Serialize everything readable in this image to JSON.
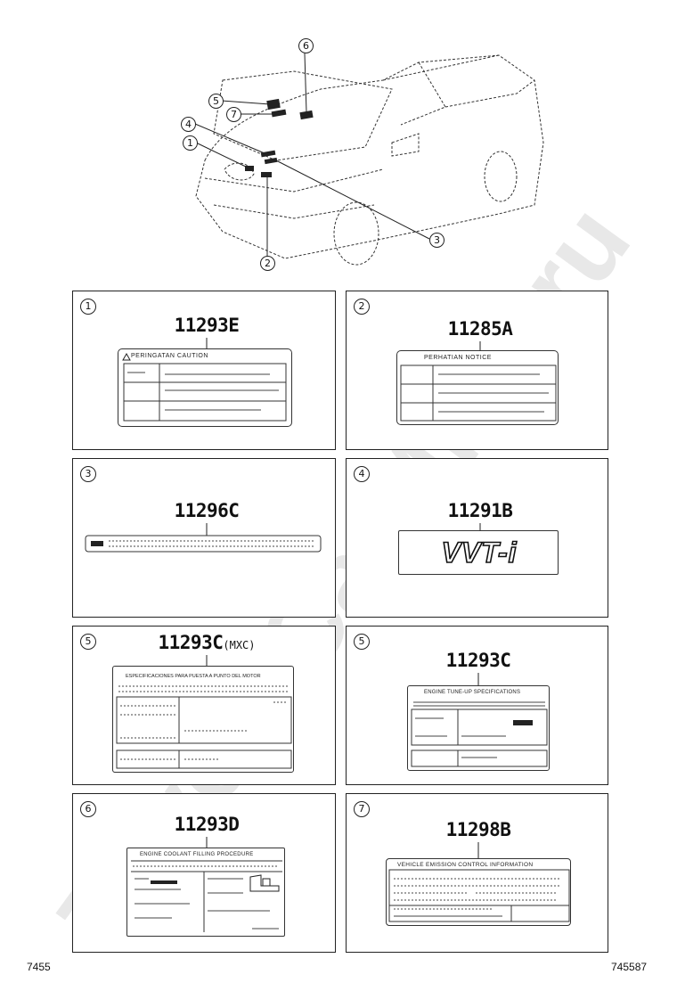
{
  "watermark": "ToyotaCarMine.ru",
  "figure_id_left": "7455",
  "figure_id_right": "745587",
  "callouts": [
    "1",
    "2",
    "3",
    "4",
    "5",
    "6",
    "7"
  ],
  "panels": [
    {
      "num": "1",
      "part": "11293E",
      "suffix": "",
      "label_title": "PERINGATAN  CAUTION"
    },
    {
      "num": "2",
      "part": "11285A",
      "suffix": "",
      "label_title": "PERHATIAN  NOTICE"
    },
    {
      "num": "3",
      "part": "11296C",
      "suffix": "",
      "label_title": ""
    },
    {
      "num": "4",
      "part": "11291B",
      "suffix": "",
      "label_title": "VVT-i"
    },
    {
      "num": "5",
      "part": "11293C",
      "suffix": "(MXC)",
      "label_title": "ESPECIFICACIONES PARA PUESTA A PUNTO DEL MOTOR"
    },
    {
      "num": "5",
      "part": "11293C",
      "suffix": "",
      "label_title": "ENGINE TUNE-UP SPECIFICATIONS"
    },
    {
      "num": "6",
      "part": "11293D",
      "suffix": "",
      "label_title": "ENGINE COOLANT FILLING PROCEDURE"
    },
    {
      "num": "7",
      "part": "11298B",
      "suffix": "",
      "label_title": "VEHICLE EMISSION CONTROL INFORMATION"
    }
  ]
}
